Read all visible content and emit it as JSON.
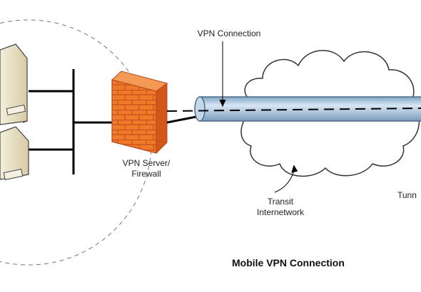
{
  "labels": {
    "vpn_connection": "VPN Connection",
    "vpn_server_line1": "VPN Server/",
    "vpn_server_line2": "Firewall",
    "transit_line1": "Transit",
    "transit_line2": "Internetwork",
    "tunnel_partial": "Tunn",
    "caption": "Mobile VPN Connection"
  },
  "icons": {
    "server_top": "server-icon",
    "server_bottom": "server-icon",
    "firewall": "firewall-icon",
    "cloud": "cloud-icon",
    "tunnel": "tunnel-pipe"
  },
  "colors": {
    "firewall_fill": "#f07a2a",
    "firewall_mortar": "#c8501a",
    "tunnel_fill": "#a9c6e0",
    "tunnel_stroke": "#4d6a86",
    "server_fill": "#ebe3c8",
    "line": "#000000"
  }
}
